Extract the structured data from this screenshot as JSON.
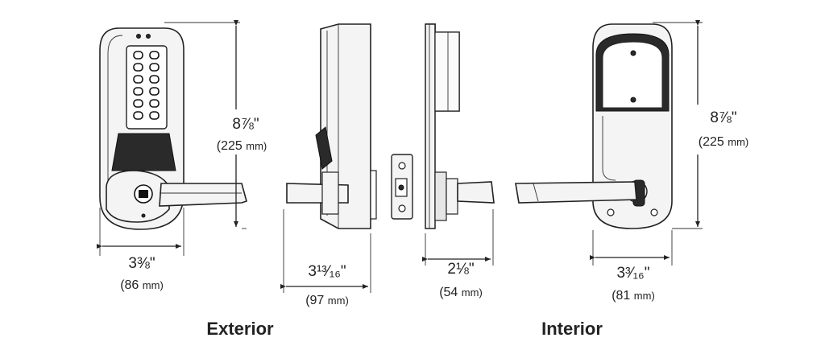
{
  "exterior": {
    "caption": "Exterior",
    "height_dim": {
      "label": "8⅞\"",
      "metric_value": "(225",
      "metric_unit": "mm)"
    },
    "width_dim": {
      "label": "3⅜\"",
      "metric_value": "(86",
      "metric_unit": "mm)"
    }
  },
  "side_profile": {
    "depth_dim": {
      "label": "3¹³⁄₁₆\"",
      "metric_value": "(97",
      "metric_unit": "mm)"
    }
  },
  "interior_side": {
    "depth_dim": {
      "label": "2⅛\"",
      "metric_value": "(54",
      "metric_unit": "mm)"
    }
  },
  "interior": {
    "caption": "Interior",
    "height_dim": {
      "label": "8⅞\"",
      "metric_value": "(225",
      "metric_unit": "mm)"
    },
    "width_dim": {
      "label": "3³⁄₁₆\"",
      "metric_value": "(81",
      "metric_unit": "mm)"
    }
  }
}
